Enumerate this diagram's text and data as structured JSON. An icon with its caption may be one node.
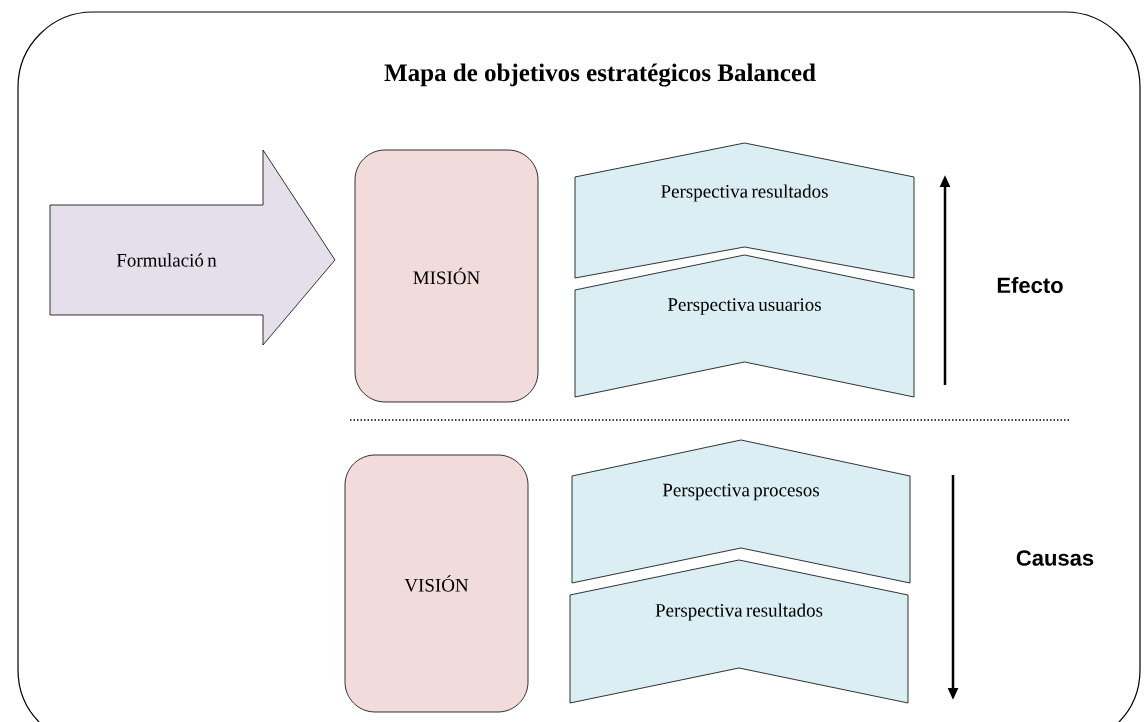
{
  "diagram": {
    "title": "Mapa de objetivos estratégicos Balanced",
    "nodes": [
      {
        "text": [
          "Formulació n"
        ]
      },
      {
        "text": [
          "MISIÓN"
        ]
      },
      {
        "text": [
          "Perspectiva resultados"
        ]
      },
      {
        "text": [
          "Perspectiva usuarios"
        ]
      },
      {
        "text": [
          "VISIÓN"
        ]
      },
      {
        "text": [
          "Perspectiva procesos"
        ]
      },
      {
        "text": [
          "Perspectiva resultados"
        ]
      }
    ],
    "labels": [
      "Efecto",
      "Causas"
    ]
  }
}
